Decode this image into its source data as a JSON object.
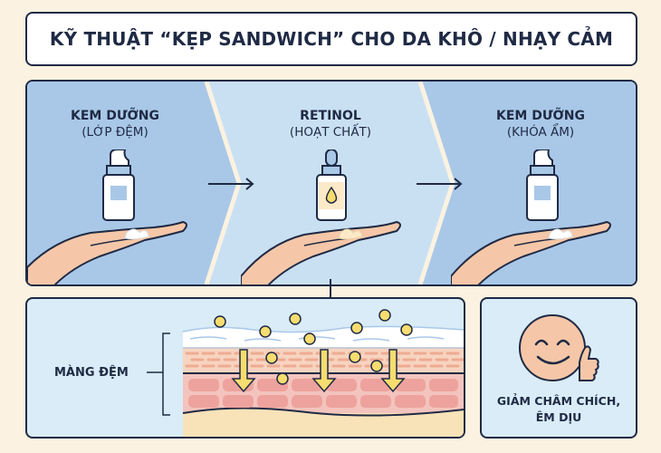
{
  "title": "KỸ THUẬT “KẸP SANDWICH” CHO DA KHÔ / NHẠY CẢM",
  "steps": [
    {
      "name": "KEM DƯỠNG",
      "sub": "(LỚP ĐỆM)",
      "icon": "pump-bottle-icon"
    },
    {
      "name": "RETINOL",
      "sub": "(HOẠT CHẤT)",
      "icon": "dropper-bottle-icon"
    },
    {
      "name": "KEM DƯỠNG",
      "sub": "(KHÓA ẨM)",
      "icon": "pump-bottle-icon"
    }
  ],
  "skin_diagram": {
    "label": "MÀNG ĐỆM",
    "layers": [
      "cream-barrier",
      "stratum-corneum",
      "epidermis-cells",
      "dermis"
    ]
  },
  "result": {
    "line1": "GIẢM CHÂM CHÍCH,",
    "line2": "ÊM DỊU",
    "icon": "smiley-thumbs-up-icon"
  },
  "colors": {
    "background": "#fbf2e1",
    "outline": "#1f2a44",
    "panel_blue_dark": "#a9c8e8",
    "panel_blue_light": "#c9e0f3",
    "skin_tone": "#f5c7a8",
    "retinol_yellow": "#f7dc6f"
  }
}
